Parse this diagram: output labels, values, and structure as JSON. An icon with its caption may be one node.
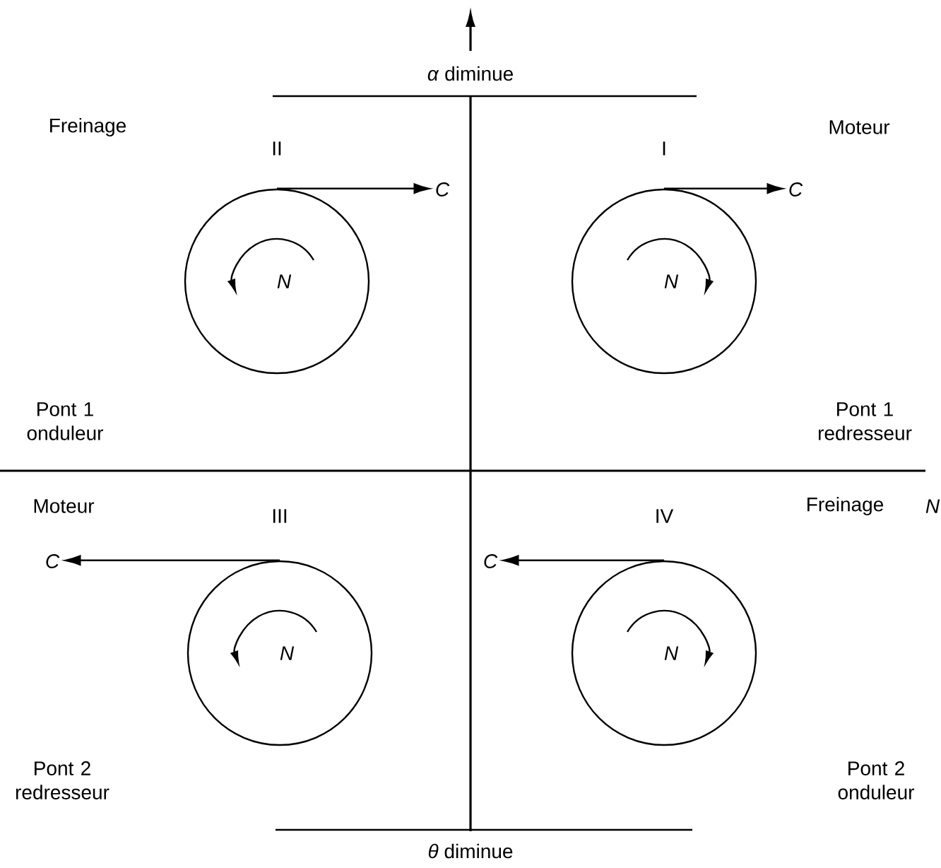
{
  "diagram": {
    "nodes": [
      {
        "text": [
          "N"
        ]
      },
      {
        "text": [
          "C"
        ]
      },
      {
        "text": [
          "N"
        ]
      },
      {
        "text": [
          "C"
        ]
      },
      {
        "text": [
          "C"
        ]
      },
      {
        "text": [
          "N"
        ]
      },
      {
        "text": [
          "C"
        ]
      },
      {
        "text": [
          "N"
        ]
      }
    ],
    "edges": [
      {
        "from": 0,
        "to": 1,
        "arrow": "to"
      },
      {
        "from": 2,
        "to": 3,
        "arrow": "to"
      },
      {
        "from": 5,
        "to": 4,
        "arrow": "to"
      },
      {
        "from": 7,
        "to": 6,
        "arrow": "to"
      }
    ],
    "labels": [
      "*α* diminue",
      "Freinage",
      "II",
      "I",
      "Moteur",
      "Pont 1 onduleur",
      "Pont 1 redresseur",
      "Moteur",
      "III",
      "IV",
      "Freinage",
      "N",
      "Pont 2 redresseur",
      "Pont 2 onduleur",
      "*θ* diminue"
    ]
  }
}
